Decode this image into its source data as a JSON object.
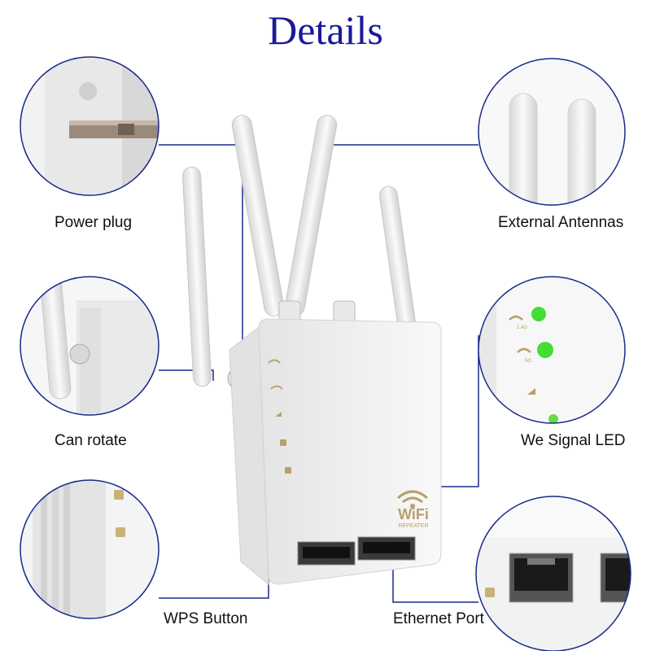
{
  "title": "Details",
  "labels": {
    "power_plug": "Power plug",
    "can_rotate": "Can rotate",
    "wps_button": "WPS Button",
    "external_antennas": "External Antennas",
    "signal_led": "We Signal LED",
    "ethernet_port": "Ethernet Port"
  },
  "device": {
    "brand_line1": "WiFi",
    "brand_line2": "REPEATER",
    "led_text_24g": "2.4G",
    "led_text_5g": "5G"
  },
  "colors": {
    "title": "#1a1a9a",
    "circle_border": "#1a2a8a",
    "connector": "#1a2a8a",
    "led_on": "#44dd33",
    "body": "#f4f4f4"
  }
}
